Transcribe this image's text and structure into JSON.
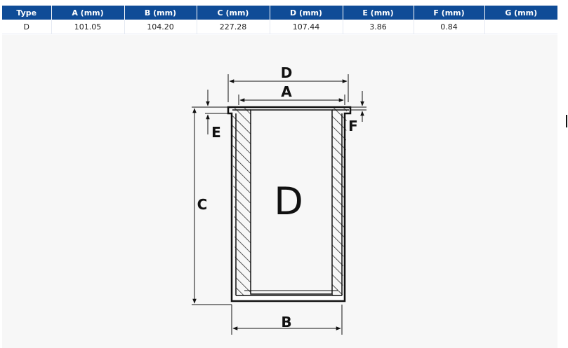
{
  "table": {
    "headers": [
      "Type",
      "A (mm)",
      "B (mm)",
      "C (mm)",
      "D (mm)",
      "E (mm)",
      "F (mm)",
      "G (mm)"
    ],
    "rows": [
      [
        "D",
        "101.05",
        "104.20",
        "227.28",
        "107.44",
        "3.86",
        "0.84",
        ""
      ]
    ]
  },
  "diagram": {
    "labels": {
      "a": "A",
      "b": "B",
      "c": "C",
      "d": "D",
      "e": "E",
      "f": "F",
      "type": "D"
    }
  }
}
